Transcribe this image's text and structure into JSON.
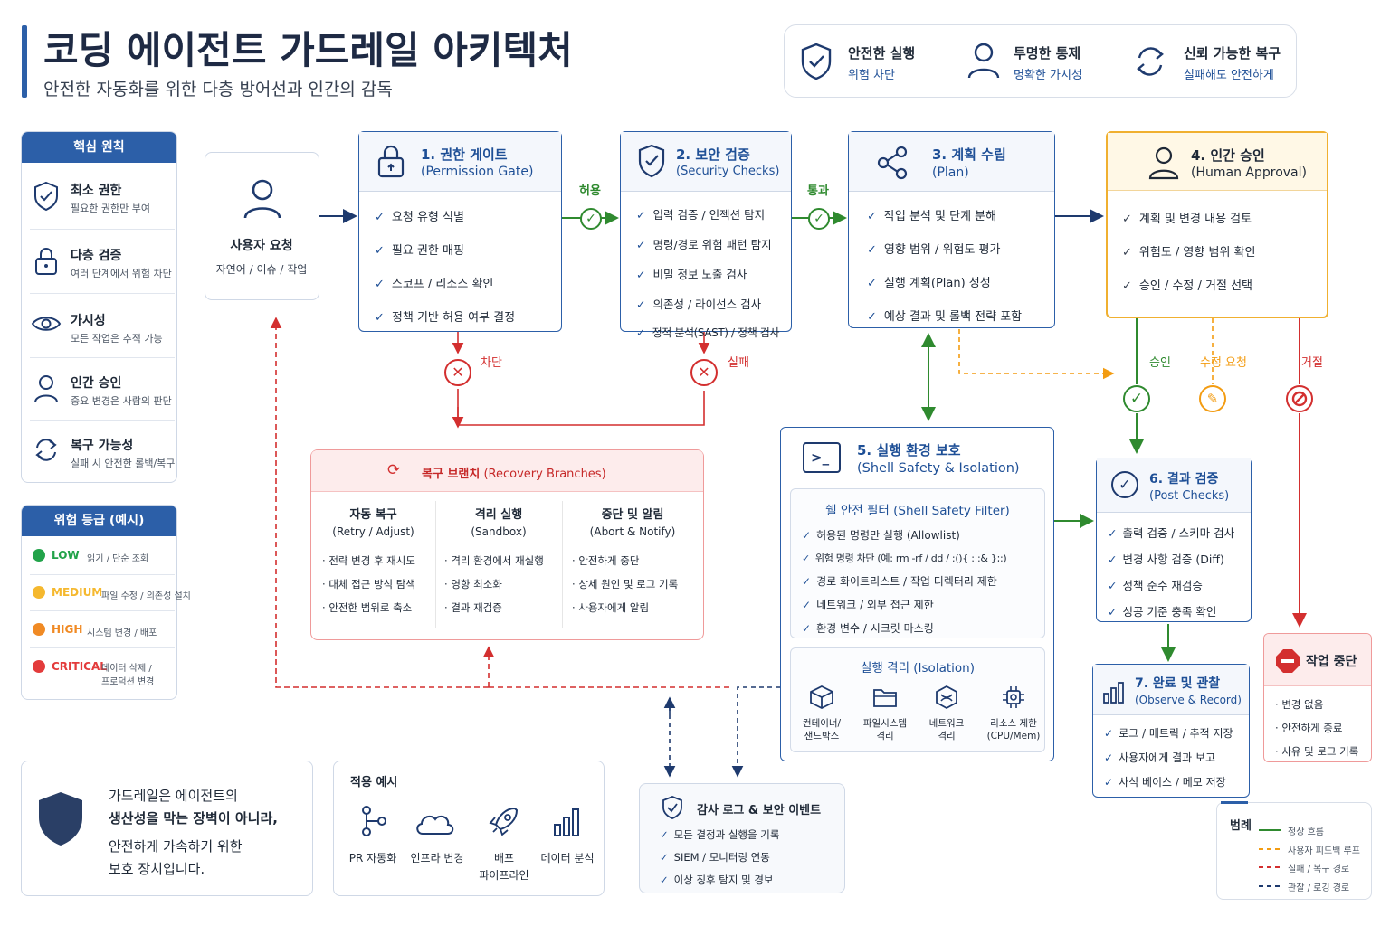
{
  "header": {
    "title": "코딩 에이전트 가드레일 아키텍처",
    "subtitle": "안전한 자동화를 위한 다층 방어선과 인간의 감독"
  },
  "badges": [
    {
      "title": "안전한 실행",
      "sub": "위험 차단"
    },
    {
      "title": "투명한 통제",
      "sub": "명확한 가시성"
    },
    {
      "title": "신뢰 가능한 복구",
      "sub": "실패해도 안전하게"
    }
  ],
  "principles": {
    "title": "핵심 원칙",
    "items": [
      {
        "title": "최소 권한",
        "sub": "필요한 권한만 부여"
      },
      {
        "title": "다층 검증",
        "sub": "여러 단계에서 위험 차단"
      },
      {
        "title": "가시성",
        "sub": "모든 작업은 추적 가능"
      },
      {
        "title": "인간 승인",
        "sub": "중요 변경은 사람의 판단"
      },
      {
        "title": "복구 가능성",
        "sub": "실패 시 안전한 롤백/복구"
      }
    ]
  },
  "risk": {
    "title": "위험 등급 (예시)",
    "levels": [
      {
        "name": "LOW",
        "desc": "읽기 / 단순 조회",
        "color": "#22a34a"
      },
      {
        "name": "MEDIUM",
        "desc": "파일 수정 / 의존성 설치",
        "color": "#f5b82e"
      },
      {
        "name": "HIGH",
        "desc": "시스템 변경 / 배포",
        "color": "#f08a24"
      },
      {
        "name": "CRITICAL",
        "desc": "데이터 삭제 / 프로덕션 변경",
        "color": "#e33b3b"
      }
    ]
  },
  "user_request": {
    "title": "사용자 요청",
    "sub": "자연어 / 이슈 / 작업"
  },
  "step1": {
    "title": "1. 권한 게이트",
    "sub": "(Permission Gate)",
    "items": [
      "요청 유형 식별",
      "필요 권한 매핑",
      "스코프 / 리소스 확인",
      "정책 기반 허용 여부 결정"
    ]
  },
  "step2": {
    "title": "2. 보안 검증",
    "sub": "(Security Checks)",
    "items": [
      "입력 검증 / 인젝션 탐지",
      "명령/경로 위험 패턴 탐지",
      "비밀 정보 노출 검사",
      "의존성 / 라이선스 검사",
      "정적 분석(SAST) / 정책 검사"
    ]
  },
  "step3": {
    "title": "3. 계획 수립",
    "sub": "(Plan)",
    "items": [
      "작업 분석 및 단계 분해",
      "영향 범위 / 위험도 평가",
      "실행 계획(Plan) 성성",
      "예상 결과 및 롤백 전략 포함"
    ]
  },
  "step4": {
    "title": "4. 인간 승인",
    "sub": "(Human Approval)",
    "items": [
      "계획 및 변경 내용 검토",
      "위험도 / 영향 범위 확인",
      "승인 / 수정 / 거절 선택"
    ]
  },
  "flow_labels": {
    "allow": "허용",
    "pass": "통과",
    "block": "차단",
    "fail": "실패",
    "approve": "승인",
    "revise": "수정 요청",
    "reject": "거절"
  },
  "recovery": {
    "title": "복구 브랜치",
    "title_en": "(Recovery Branches)",
    "cols": [
      {
        "title": "자동 복구",
        "sub": "(Retry / Adjust)",
        "items": [
          "전략 변경 후 재시도",
          "대체 접근 방식 탐색",
          "안전한 범위로 축소"
        ]
      },
      {
        "title": "격리 실행",
        "sub": "(Sandbox)",
        "items": [
          "격리 환경에서 재실행",
          "영향 최소화",
          "결과 재검증"
        ]
      },
      {
        "title": "중단 및 알림",
        "sub": "(Abort & Notify)",
        "items": [
          "안전하게 중단",
          "상세 원인 및 로그 기록",
          "사용자에게 알림"
        ]
      }
    ]
  },
  "step5": {
    "title": "5. 실행 환경 보호",
    "sub": "(Shell Safety & Isolation)",
    "filter_title": "쉘 안전 필터 (Shell Safety Filter)",
    "filter_items": [
      "허용된 명령만 실행 (Allowlist)",
      "위험 명령 차단 (예: rm -rf / dd / :(){ :|:& };:)",
      "경로 화이트리스트 / 작업 디렉터리 제한",
      "네트워크 / 외부 접근 제한",
      "환경 변수 / 시크릿 마스킹"
    ],
    "iso_title": "실행 격리 (Isolation)",
    "iso_items": [
      {
        "l1": "컨테이너/",
        "l2": "샌드박스",
        "icon": "box-icon"
      },
      {
        "l1": "파일시스템",
        "l2": "격리",
        "icon": "folder-icon"
      },
      {
        "l1": "네트워크",
        "l2": "격리",
        "icon": "network-icon"
      },
      {
        "l1": "리소스 제한",
        "l2": "(CPU/Mem)",
        "icon": "chip-icon"
      }
    ]
  },
  "step6": {
    "title": "6. 결과 검증",
    "sub": "(Post Checks)",
    "items": [
      "출력 검증 / 스키마 검사",
      "변경 사항 검증 (Diff)",
      "정책 준수 재검증",
      "성공 기준 충족 확인"
    ]
  },
  "step7": {
    "title": "7. 완료 및 관찰",
    "sub": "(Observe & Record)",
    "items": [
      "로그 / 메트릭 / 추적 저장",
      "사용자에게 결과 보고",
      "사식 베이스 / 메모 저장"
    ]
  },
  "abort": {
    "title": "작업 중단",
    "items": [
      "변경 없음",
      "안전하게 종료",
      "사유 및 로그 기록"
    ]
  },
  "audit": {
    "title": "감사 로그 & 보안 이벤트",
    "items": [
      "모든 결정과 실행을 기록",
      "SIEM / 모니터링 연동",
      "이상 징후 탐지 및 경보"
    ]
  },
  "quote": {
    "l1": "가드레일은 에이전트의",
    "l2": "생산성을 막는 장벽이 아니라,",
    "l3": "안전하게 가속하기 위한",
    "l4": "보호 장치입니다."
  },
  "examples": {
    "title": "적용 예시",
    "items": [
      {
        "l1": "PR 자동화",
        "l2": "",
        "icon": "git-branch-icon"
      },
      {
        "l1": "인프라 변경",
        "l2": "",
        "icon": "cloud-icon"
      },
      {
        "l1": "배포",
        "l2": "파이프라인",
        "icon": "rocket-icon"
      },
      {
        "l1": "데이터 분석",
        "l2": "",
        "icon": "bar-chart-icon"
      }
    ]
  },
  "legend": {
    "title": "범례",
    "items": [
      {
        "label": "정상 흐름",
        "color": "#2f8a2f",
        "dash": ""
      },
      {
        "label": "사용자 피드백 루프",
        "color": "#f39c12",
        "dash": "5 4"
      },
      {
        "label": "실패 / 복구 경로",
        "color": "#d32f2f",
        "dash": "5 4"
      },
      {
        "label": "관찰 / 로깅 경로",
        "color": "#1e3a6e",
        "dash": "5 4"
      }
    ]
  },
  "colors": {
    "navy": "#1e3a6e",
    "accent": "#2c5fa8",
    "green": "#2f8a2f",
    "red": "#d32f2f",
    "orange": "#f39c12"
  }
}
